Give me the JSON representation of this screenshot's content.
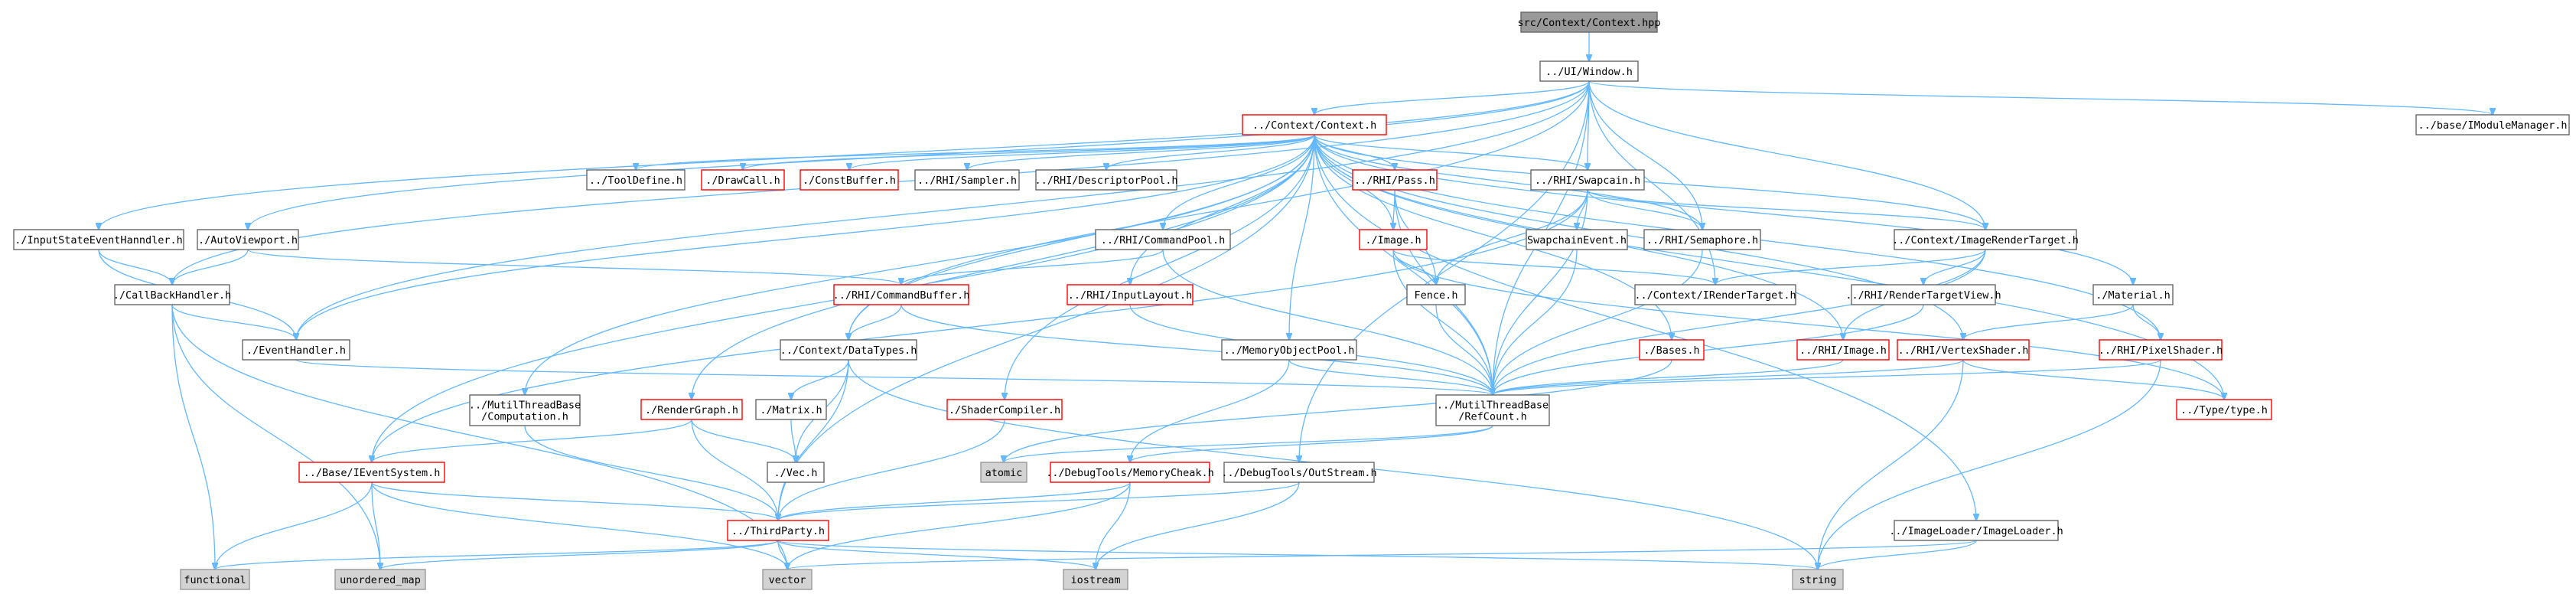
{
  "diagram": {
    "type": "include-dependency-graph",
    "colors": {
      "edge": "#63b8ff",
      "node_border": "#666666",
      "highlight_border": "#ff0000",
      "external_fill": "#d3d3d3",
      "root_fill": "#999999"
    },
    "nodes": [
      {
        "id": "root",
        "label": "src/Context/Context.hpp",
        "style": "root"
      },
      {
        "id": "window",
        "label": "../UI/Window.h",
        "style": "normal"
      },
      {
        "id": "context_h",
        "label": "../Context/Context.h",
        "style": "red"
      },
      {
        "id": "imodulemanager",
        "label": "../base/IModuleManager.h",
        "style": "normal"
      },
      {
        "id": "tooldefine",
        "label": "../ToolDefine.h",
        "style": "normal"
      },
      {
        "id": "drawcall",
        "label": "./DrawCall.h",
        "style": "red"
      },
      {
        "id": "constbuffer",
        "label": "./ConstBuffer.h",
        "style": "red"
      },
      {
        "id": "rhisampler",
        "label": "../RHI/Sampler.h",
        "style": "normal"
      },
      {
        "id": "rhidescpool",
        "label": "../RHI/DescriptorPool.h",
        "style": "normal"
      },
      {
        "id": "rhipass",
        "label": "../RHI/Pass.h",
        "style": "red"
      },
      {
        "id": "rhiswapcain",
        "label": "../RHI/Swapcain.h",
        "style": "normal"
      },
      {
        "id": "inputstate",
        "label": "./InputStateEventHanndler.h",
        "style": "normal"
      },
      {
        "id": "autoviewport",
        "label": "./AutoViewport.h",
        "style": "normal"
      },
      {
        "id": "rhicmdpool",
        "label": "../RHI/CommandPool.h",
        "style": "normal"
      },
      {
        "id": "image_h",
        "label": "./Image.h",
        "style": "red"
      },
      {
        "id": "swapchainevent",
        "label": "SwapchainEvent.h",
        "style": "normal"
      },
      {
        "id": "rhisemaphore",
        "label": "../RHI/Semaphore.h",
        "style": "normal"
      },
      {
        "id": "ctx_imgrt",
        "label": "../Context/ImageRenderTarget.h",
        "style": "normal"
      },
      {
        "id": "callback",
        "label": "./CallBackHandler.h",
        "style": "normal"
      },
      {
        "id": "rhicmdbuf",
        "label": "../RHI/CommandBuffer.h",
        "style": "red"
      },
      {
        "id": "rhiinputlayout",
        "label": "../RHI/InputLayout.h",
        "style": "red"
      },
      {
        "id": "fence",
        "label": "Fence.h",
        "style": "normal"
      },
      {
        "id": "ctx_irt",
        "label": "../Context/IRenderTarget.h",
        "style": "normal"
      },
      {
        "id": "rhirtv",
        "label": "../RHI/RenderTargetView.h",
        "style": "normal"
      },
      {
        "id": "material",
        "label": "./Material.h",
        "style": "normal"
      },
      {
        "id": "eventhandler",
        "label": "./EventHandler.h",
        "style": "normal"
      },
      {
        "id": "ctx_datatypes",
        "label": "../Context/DataTypes.h",
        "style": "normal"
      },
      {
        "id": "memobjpool",
        "label": "../MemoryObjectPool.h",
        "style": "normal"
      },
      {
        "id": "bases",
        "label": "./Bases.h",
        "style": "red"
      },
      {
        "id": "rhiimage",
        "label": "../RHI/Image.h",
        "style": "red"
      },
      {
        "id": "rhivertexshader",
        "label": "../RHI/VertexShader.h",
        "style": "red"
      },
      {
        "id": "rhipixelshader",
        "label": "../RHI/PixelShader.h",
        "style": "red"
      },
      {
        "id": "multithread_comp",
        "label": "../MutilThreadBase\n/Computation.h",
        "style": "normal"
      },
      {
        "id": "rendergraph",
        "label": "./RenderGraph.h",
        "style": "red"
      },
      {
        "id": "matrix",
        "label": "./Matrix.h",
        "style": "normal"
      },
      {
        "id": "shadercompiler",
        "label": "./ShaderCompiler.h",
        "style": "red"
      },
      {
        "id": "multithread_ref",
        "label": "../MutilThreadBase\n/RefCount.h",
        "style": "normal"
      },
      {
        "id": "typetype",
        "label": "../Type/type.h",
        "style": "red"
      },
      {
        "id": "vec",
        "label": "./Vec.h",
        "style": "normal"
      },
      {
        "id": "ieventsystem",
        "label": "../Base/IEventSystem.h",
        "style": "red"
      },
      {
        "id": "atomic",
        "label": "atomic",
        "style": "gray"
      },
      {
        "id": "memcheck",
        "label": "../DebugTools/MemoryCheak.h",
        "style": "red"
      },
      {
        "id": "outstream",
        "label": "../DebugTools/OutStream.h",
        "style": "normal"
      },
      {
        "id": "thirdparty",
        "label": "../ThirdParty.h",
        "style": "red"
      },
      {
        "id": "imageloader",
        "label": "../ImageLoader/ImageLoader.h",
        "style": "normal"
      },
      {
        "id": "functional",
        "label": "functional",
        "style": "gray"
      },
      {
        "id": "unordered_map",
        "label": "unordered_map",
        "style": "gray"
      },
      {
        "id": "vector",
        "label": "vector",
        "style": "gray"
      },
      {
        "id": "iostream",
        "label": "iostream",
        "style": "gray"
      },
      {
        "id": "string",
        "label": "string",
        "style": "gray"
      }
    ],
    "edges": [
      [
        "root",
        "window"
      ],
      [
        "window",
        "context_h"
      ],
      [
        "window",
        "imodulemanager"
      ],
      [
        "window",
        "inputstate"
      ],
      [
        "window",
        "autoviewport"
      ],
      [
        "window",
        "callback"
      ],
      [
        "window",
        "eventhandler"
      ],
      [
        "window",
        "rhiswapcain"
      ],
      [
        "window",
        "rhisemaphore"
      ],
      [
        "window",
        "ctx_imgrt"
      ],
      [
        "window",
        "ctx_datatypes"
      ],
      [
        "window",
        "ctx_irt"
      ],
      [
        "window",
        "multithread_ref"
      ],
      [
        "window",
        "outstream"
      ],
      [
        "context_h",
        "tooldefine"
      ],
      [
        "context_h",
        "drawcall"
      ],
      [
        "context_h",
        "constbuffer"
      ],
      [
        "context_h",
        "rhisampler"
      ],
      [
        "context_h",
        "rhidescpool"
      ],
      [
        "context_h",
        "rhipass"
      ],
      [
        "context_h",
        "rhiswapcain"
      ],
      [
        "context_h",
        "rhicmdpool"
      ],
      [
        "context_h",
        "image_h"
      ],
      [
        "context_h",
        "rhisemaphore"
      ],
      [
        "context_h",
        "ctx_imgrt"
      ],
      [
        "context_h",
        "rhiinputlayout"
      ],
      [
        "context_h",
        "material"
      ],
      [
        "context_h",
        "ctx_datatypes"
      ],
      [
        "context_h",
        "memobjpool"
      ],
      [
        "context_h",
        "bases"
      ],
      [
        "context_h",
        "rhivertexshader"
      ],
      [
        "context_h",
        "rhipixelshader"
      ],
      [
        "context_h",
        "multithread_comp"
      ],
      [
        "context_h",
        "rendergraph"
      ],
      [
        "context_h",
        "shadercompiler"
      ],
      [
        "context_h",
        "typetype"
      ],
      [
        "context_h",
        "ieventsystem"
      ],
      [
        "context_h",
        "thirdparty"
      ],
      [
        "context_h",
        "imageloader"
      ],
      [
        "context_h",
        "rhiimage"
      ],
      [
        "context_h",
        "multithread_ref"
      ],
      [
        "context_h",
        "eventhandler"
      ],
      [
        "rhipass",
        "image_h"
      ],
      [
        "rhipass",
        "multithread_ref"
      ],
      [
        "rhipass",
        "fence"
      ],
      [
        "rhiswapcain",
        "swapchainevent"
      ],
      [
        "rhiswapcain",
        "rhisemaphore"
      ],
      [
        "rhiswapcain",
        "fence"
      ],
      [
        "rhiswapcain",
        "ctx_imgrt"
      ],
      [
        "rhiswapcain",
        "multithread_ref"
      ],
      [
        "rhiswapcain",
        "ieventsystem"
      ],
      [
        "inputstate",
        "callback"
      ],
      [
        "inputstate",
        "eventhandler"
      ],
      [
        "autoviewport",
        "callback"
      ],
      [
        "autoviewport",
        "rhicmdbuf"
      ],
      [
        "rhicmdpool",
        "rhicmdbuf"
      ],
      [
        "rhicmdpool",
        "multithread_ref"
      ],
      [
        "image_h",
        "fence"
      ],
      [
        "image_h",
        "ctx_irt"
      ],
      [
        "image_h",
        "multithread_ref"
      ],
      [
        "image_h",
        "typetype"
      ],
      [
        "swapchainevent",
        "multithread_ref"
      ],
      [
        "rhisemaphore",
        "multithread_ref"
      ],
      [
        "ctx_imgrt",
        "ctx_irt"
      ],
      [
        "ctx_imgrt",
        "rhirtv"
      ],
      [
        "ctx_imgrt",
        "rhiimage"
      ],
      [
        "ctx_imgrt",
        "multithread_ref"
      ],
      [
        "callback",
        "eventhandler"
      ],
      [
        "callback",
        "functional"
      ],
      [
        "callback",
        "unordered_map"
      ],
      [
        "callback",
        "vector"
      ],
      [
        "rhicmdbuf",
        "ctx_datatypes"
      ],
      [
        "rhicmdbuf",
        "multithread_ref"
      ],
      [
        "rhiinputlayout",
        "multithread_ref"
      ],
      [
        "fence",
        "multithread_ref"
      ],
      [
        "rhirtv",
        "multithread_ref"
      ],
      [
        "material",
        "rhivertexshader"
      ],
      [
        "material",
        "rhipixelshader"
      ],
      [
        "eventhandler",
        "multithread_ref"
      ],
      [
        "ctx_datatypes",
        "matrix"
      ],
      [
        "ctx_datatypes",
        "vec"
      ],
      [
        "ctx_datatypes",
        "thirdparty"
      ],
      [
        "ctx_datatypes",
        "string"
      ],
      [
        "memobjpool",
        "multithread_ref"
      ],
      [
        "memobjpool",
        "memcheck"
      ],
      [
        "bases",
        "atomic"
      ],
      [
        "rhiimage",
        "multithread_ref"
      ],
      [
        "rhivertexshader",
        "multithread_ref"
      ],
      [
        "rhivertexshader",
        "typetype"
      ],
      [
        "rhivertexshader",
        "string"
      ],
      [
        "rhipixelshader",
        "multithread_ref"
      ],
      [
        "rhipixelshader",
        "string"
      ],
      [
        "multithread_comp",
        "thirdparty"
      ],
      [
        "rendergraph",
        "vec"
      ],
      [
        "rendergraph",
        "thirdparty"
      ],
      [
        "rendergraph",
        "ieventsystem"
      ],
      [
        "matrix",
        "vec"
      ],
      [
        "shadercompiler",
        "thirdparty"
      ],
      [
        "multithread_ref",
        "atomic"
      ],
      [
        "multithread_ref",
        "memcheck"
      ],
      [
        "ieventsystem",
        "functional"
      ],
      [
        "ieventsystem",
        "unordered_map"
      ],
      [
        "ieventsystem",
        "vector"
      ],
      [
        "ieventsystem",
        "thirdparty"
      ],
      [
        "memcheck",
        "thirdparty"
      ],
      [
        "memcheck",
        "iostream"
      ],
      [
        "memcheck",
        "vector"
      ],
      [
        "outstream",
        "thirdparty"
      ],
      [
        "outstream",
        "iostream"
      ],
      [
        "thirdparty",
        "functional"
      ],
      [
        "thirdparty",
        "unordered_map"
      ],
      [
        "thirdparty",
        "vector"
      ],
      [
        "thirdparty",
        "iostream"
      ],
      [
        "thirdparty",
        "string"
      ],
      [
        "imageloader",
        "vector"
      ],
      [
        "imageloader",
        "string"
      ]
    ]
  }
}
